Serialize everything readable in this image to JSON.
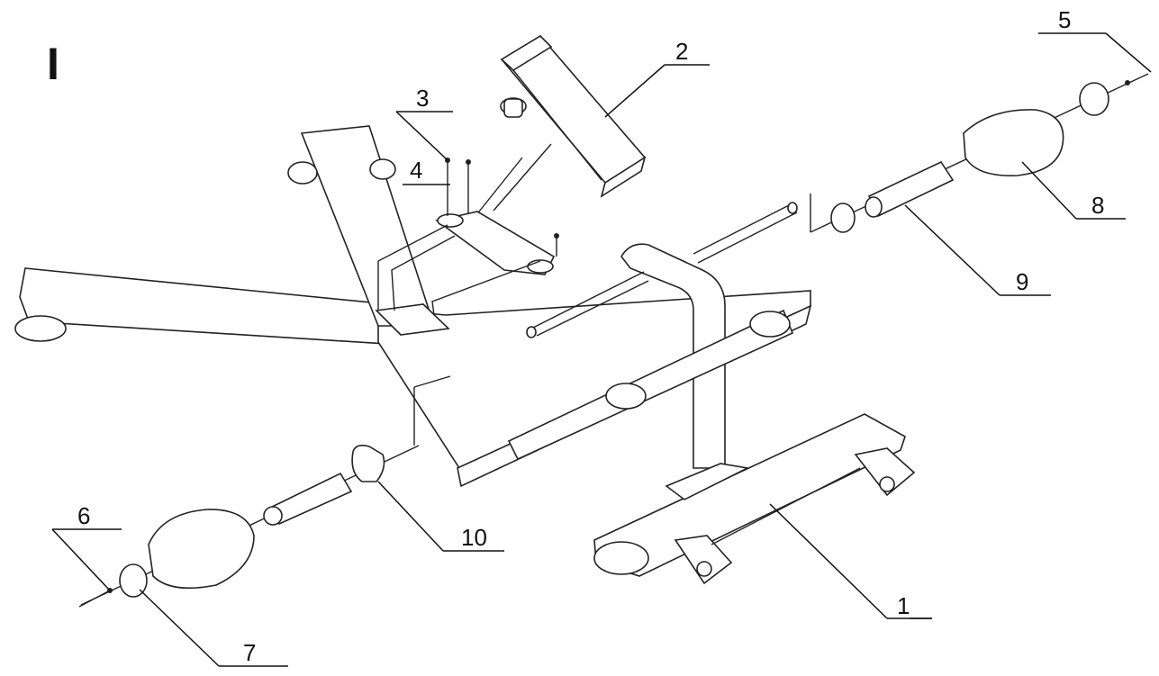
{
  "step_label": "I",
  "callouts": [
    "1",
    "2",
    "3",
    "4",
    "5",
    "6",
    "7",
    "8",
    "9",
    "10"
  ]
}
